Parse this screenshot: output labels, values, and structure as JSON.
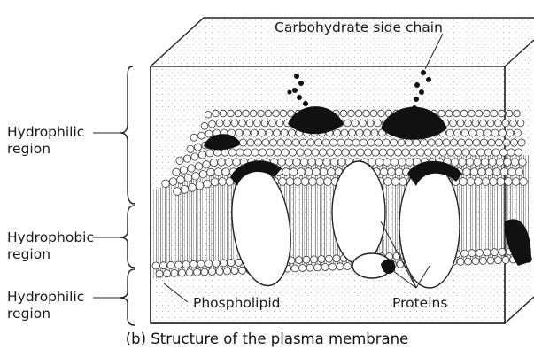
{
  "labels": {
    "carbohydrate": "Carbohydrate side chain",
    "hydrophilic_top": [
      "Hydrophilic",
      "region"
    ],
    "hydrophobic": [
      "Hydrophobic",
      "region"
    ],
    "hydrophilic_bottom": [
      "Hydrophilic",
      "region"
    ],
    "phospholipid": "Phospholipid",
    "proteins": "Proteins"
  },
  "caption": "(b) Structure of the plasma membrane"
}
